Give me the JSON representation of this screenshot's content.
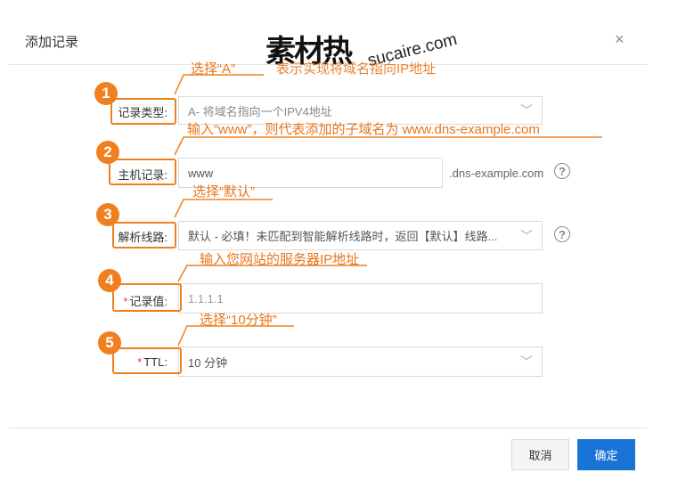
{
  "dialog": {
    "title": "添加记录",
    "close_icon": "×",
    "cancel_label": "取消",
    "confirm_label": "确定"
  },
  "fields": {
    "record_type": {
      "label": "记录类型:",
      "value": "A- 将域名指向一个IPV4地址"
    },
    "host": {
      "label": "主机记录:",
      "value": "www",
      "suffix": ".dns-example.com"
    },
    "line": {
      "label": "解析线路:",
      "value": "默认 - 必填！未匹配到智能解析线路时，返回【默认】线路..."
    },
    "record_value": {
      "label": "记录值:",
      "placeholder": "1.1.1.1"
    },
    "ttl": {
      "label": "TTL:",
      "value": "10 分钟"
    }
  },
  "annotations": [
    {
      "number": "1",
      "text": "选择“A”",
      "text_extra": "表示实现将域名指向IP地址"
    },
    {
      "number": "2",
      "text": "输入“www”，则代表添加的子域名为 www.dns-example.com"
    },
    {
      "number": "3",
      "text": "选择“默认”"
    },
    {
      "number": "4",
      "text": "输入您网站的服务器IP地址"
    },
    {
      "number": "5",
      "text": "选择“10分钟”"
    }
  ],
  "watermark": {
    "main": "素材热",
    "sub": "sucaire.com"
  },
  "colors": {
    "accent": "#f0801f",
    "primary_button": "#1a73d6",
    "required_star": "#e4393c"
  }
}
